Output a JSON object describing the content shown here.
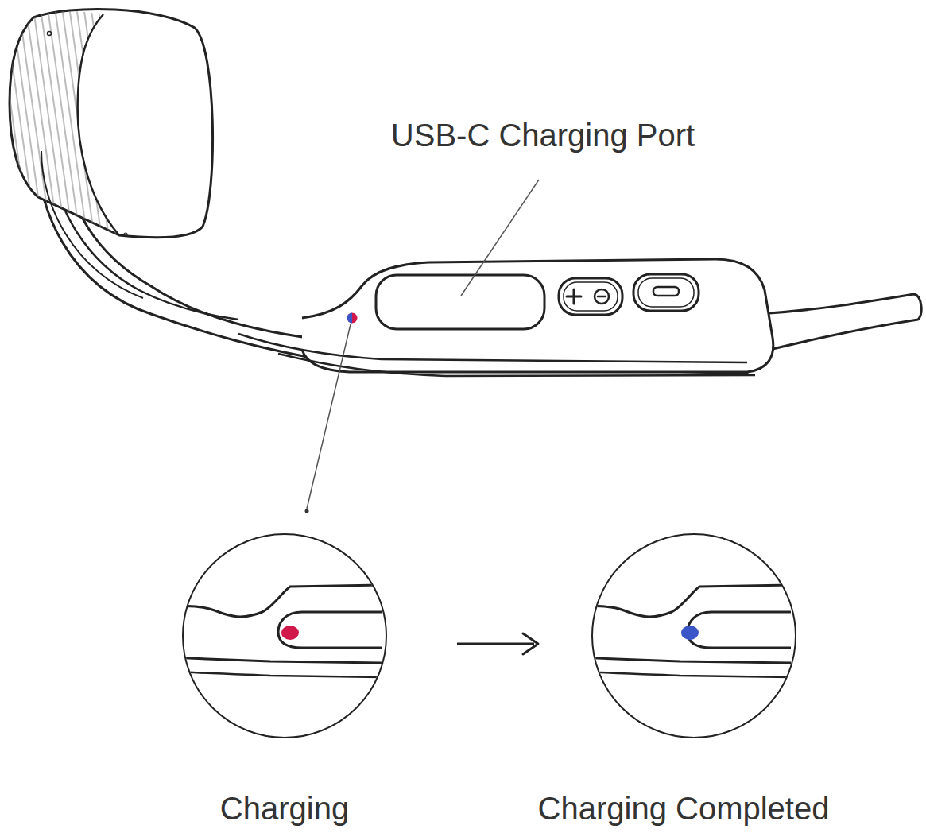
{
  "diagram": {
    "labels": [
      "USB-C Charging Port",
      "Charging",
      "Charging Completed"
    ]
  }
}
